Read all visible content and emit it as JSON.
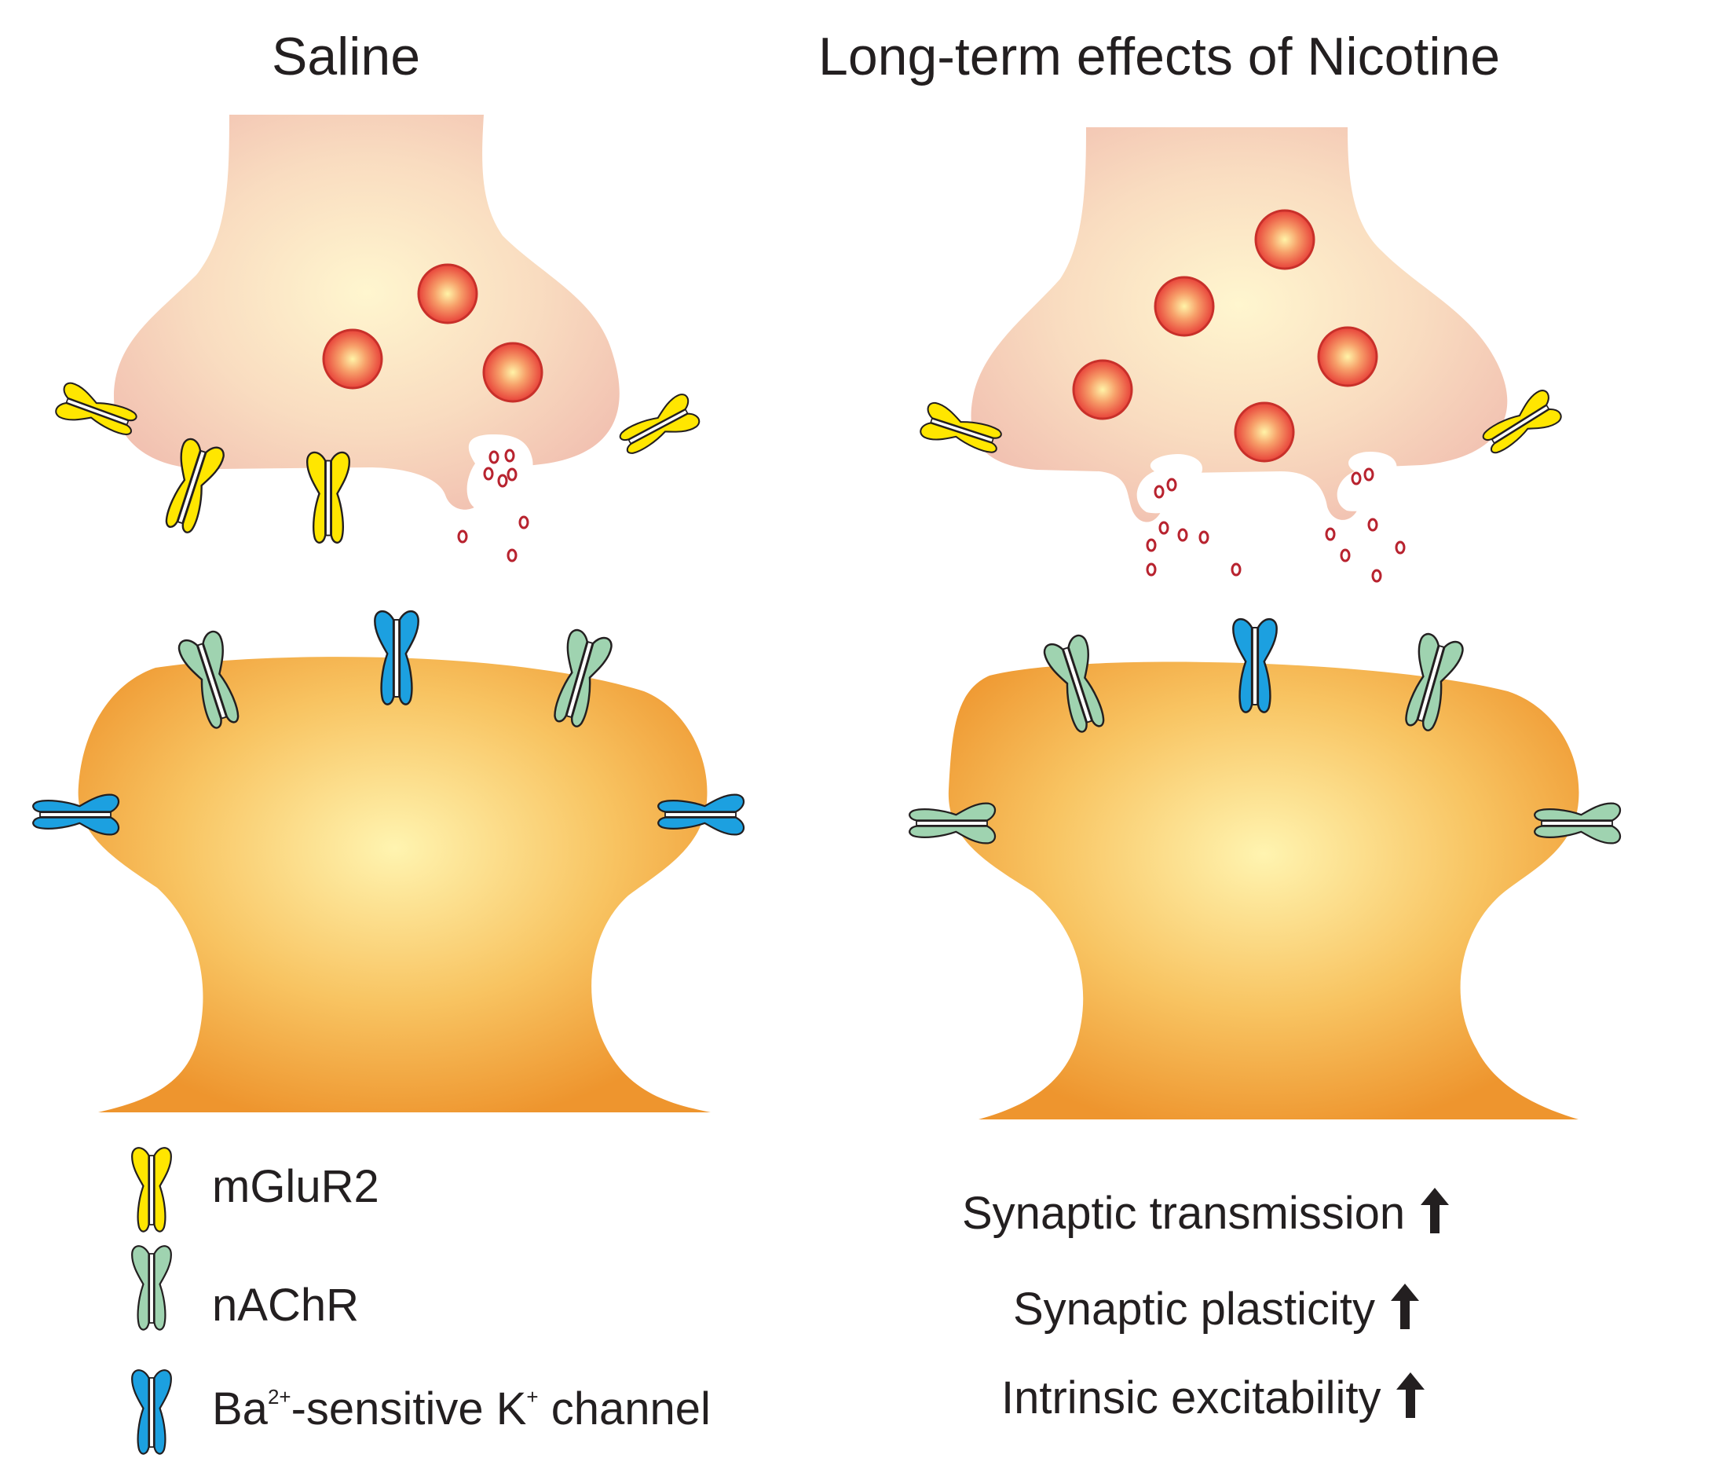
{
  "titles": {
    "left": "Saline",
    "right": "Long-term effects of Nicotine"
  },
  "legend": [
    {
      "key": "mglur2",
      "label": "mGluR2",
      "color": "#ffe600"
    },
    {
      "key": "nachr",
      "label": "nAChR",
      "color": "#9fd3b0"
    },
    {
      "key": "kchannel",
      "label_pre": "Ba",
      "label_sup1": "2+",
      "label_mid": "-sensitive K",
      "label_sup2": "+",
      "label_post": " channel",
      "color": "#1ca0e0"
    }
  ],
  "effects": [
    {
      "label": "Synaptic transmission",
      "direction": "up"
    },
    {
      "label": "Synaptic plasticity",
      "direction": "up"
    },
    {
      "label": "Intrinsic excitability",
      "direction": "up"
    }
  ],
  "colors": {
    "presynaptic_center": "#fff3c8",
    "presynaptic_edge": "#f3c3b3",
    "postsynaptic_center": "#fff2a8",
    "postsynaptic_edge": "#ef9a33",
    "vesicle_center": "#fff0a0",
    "vesicle_edge": "#e8453c",
    "vesicle_stroke": "#c8302a",
    "neurotransmitter": "#b8232f",
    "mglur2": "#ffe600",
    "nachr": "#9fd3b0",
    "kchannel": "#1ca0e0",
    "text": "#231f20"
  }
}
